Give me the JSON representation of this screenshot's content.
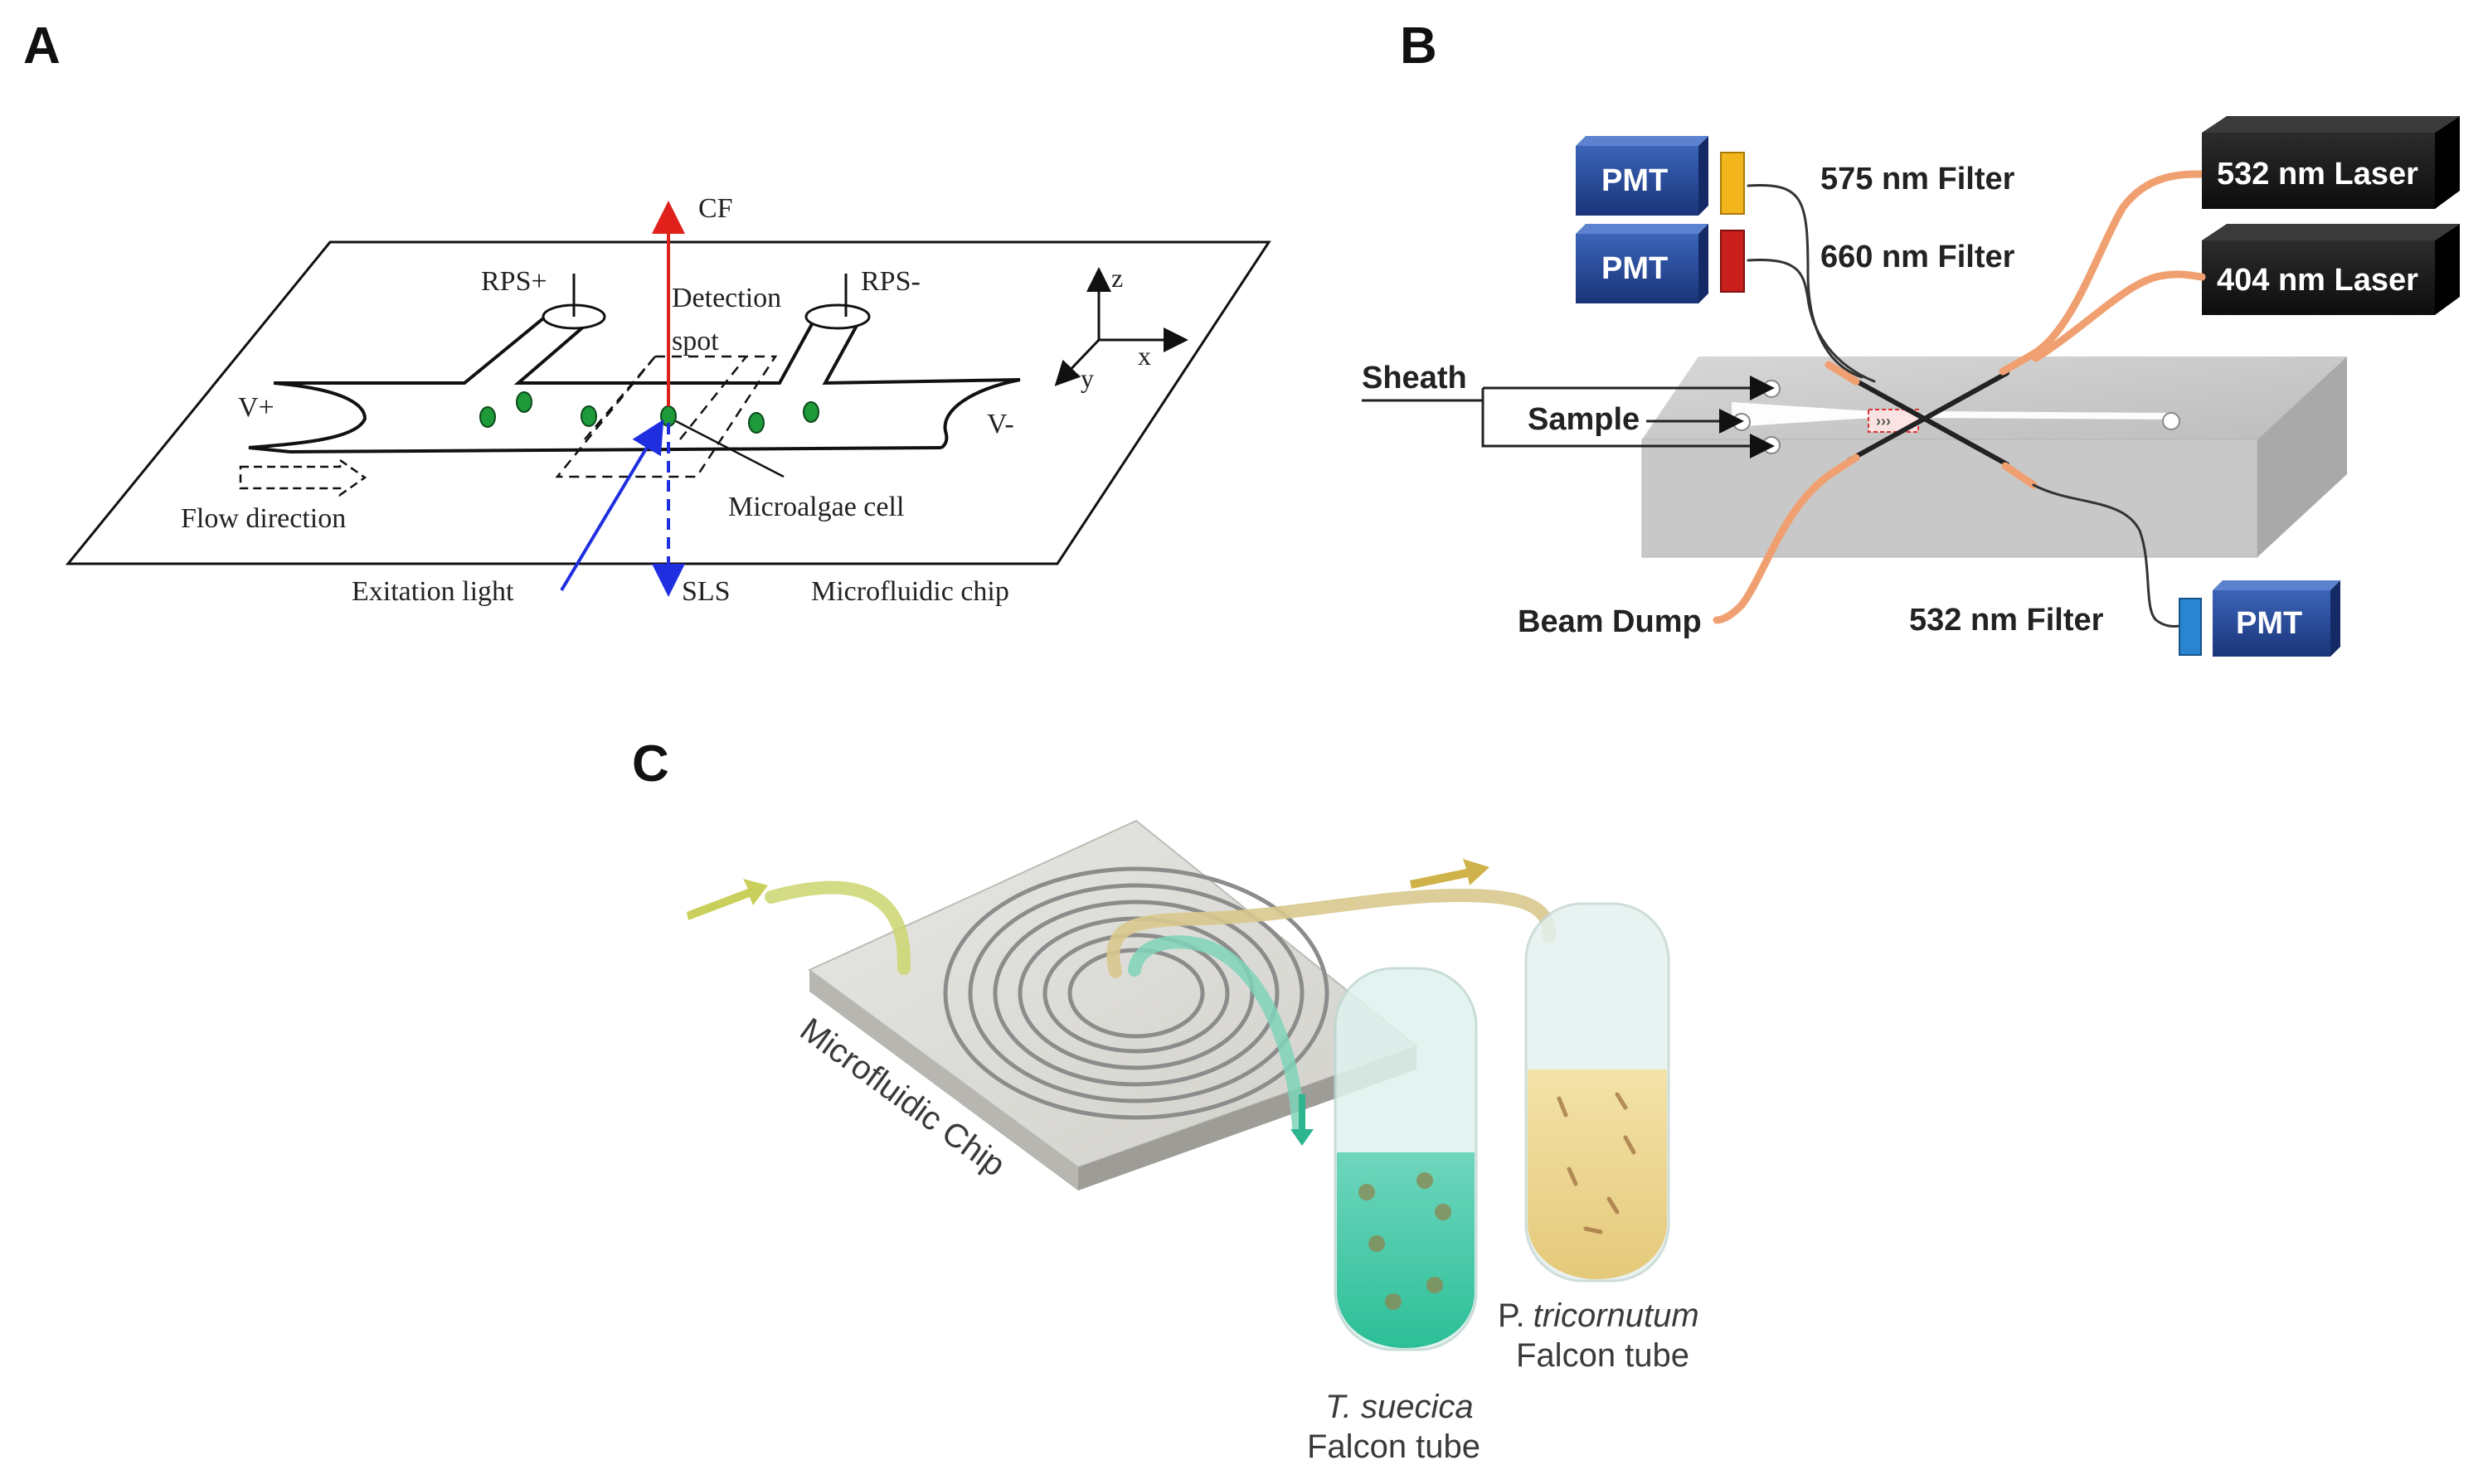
{
  "panels": {
    "a": {
      "letter": "A",
      "labels": {
        "cf": "CF",
        "rps_plus": "RPS+",
        "rps_minus": "RPS-",
        "detection_1": "Detection",
        "detection_2": "spot",
        "z": "z",
        "x": "x",
        "y": "y",
        "v_plus": "V+",
        "v_minus": "V-",
        "flow_direction": "Flow direction",
        "microalgae_cell": "Microalgae cell",
        "excitation_light": "Exitation light",
        "sls": "SLS",
        "microfluidic_chip": "Microfluidic chip"
      },
      "colors": {
        "cf_arrow": "#e0201a",
        "sls_arrow": "#1f2fe0",
        "excitation_arrow": "#1f2fe0",
        "cells": "#1f9a3a"
      }
    },
    "b": {
      "letter": "B",
      "pmt_label": "PMT",
      "labels": {
        "filter_575": "575 nm Filter",
        "filter_660": "660 nm Filter",
        "laser_532": "532 nm Laser",
        "laser_404": "404 nm Laser",
        "sheath": "Sheath",
        "sample": "Sample",
        "beam_dump": "Beam Dump",
        "filter_532": "532 nm Filter"
      },
      "colors": {
        "pmt": "#1f3f8f",
        "filter_575": "#f2b51c",
        "filter_660": "#c9201d",
        "filter_532": "#2a84d0",
        "fiber": "#f0a070",
        "laser_box": "#1b1b1b"
      }
    },
    "c": {
      "letter": "C",
      "labels": {
        "chip": "Microfluidic Chip",
        "tube_left_species": "T. suecica",
        "tube_left_caption": "Falcon tube",
        "tube_right_species_initial": "P.",
        "tube_right_species_name": "tricornutum",
        "tube_right_caption": "Falcon tube"
      },
      "colors": {
        "green_tube": "#43c7a6",
        "yellow_tube": "#e8d08a",
        "inlet_arrow": "#c9cf5a",
        "outlet_arrow": "#cfb24a",
        "down_arrow": "#2cb58f"
      }
    }
  }
}
